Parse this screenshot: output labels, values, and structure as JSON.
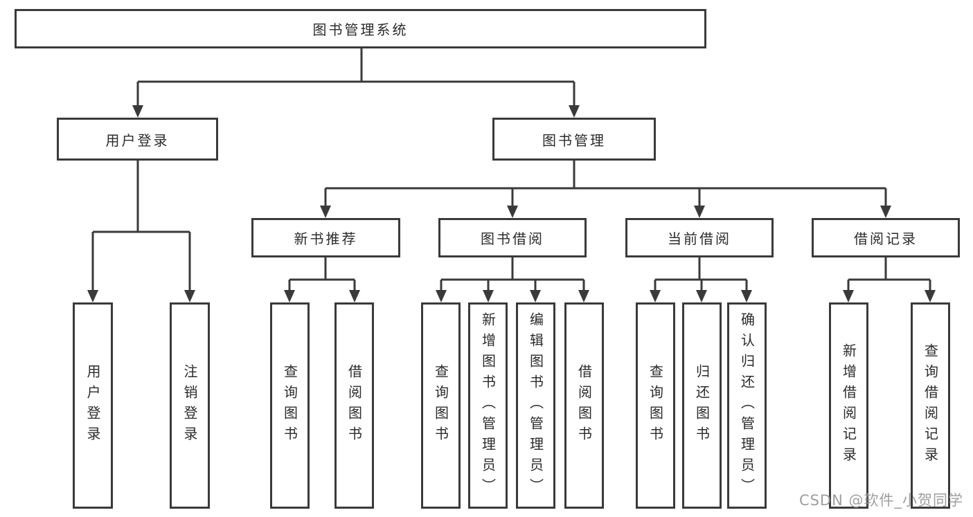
{
  "diagram": {
    "root": {
      "label": "图书管理系统"
    },
    "level2": [
      {
        "label": "用户登录"
      },
      {
        "label": "图书管理"
      }
    ],
    "level3": [
      {
        "label": "新书推荐"
      },
      {
        "label": "图书借阅"
      },
      {
        "label": "当前借阅"
      },
      {
        "label": "借阅记录"
      }
    ],
    "leaves": {
      "user_login": [
        "用户登录",
        "注销登录"
      ],
      "new_book": [
        "查询图书",
        "借阅图书"
      ],
      "borrow": [
        "查询图书",
        "新增图书（管理员）",
        "编辑图书（管理员）",
        "借阅图书"
      ],
      "current": [
        "查询图书",
        "归还图书",
        "确认归还（管理员）"
      ],
      "records": [
        "新增借阅记录",
        "查询借阅记录"
      ]
    }
  },
  "watermark": {
    "text": "CSDN @软件_小贺同学"
  },
  "colors": {
    "line": "#3a3a3a",
    "text": "#2b2b2b",
    "watermark": "#949494",
    "background": "#ffffff"
  }
}
